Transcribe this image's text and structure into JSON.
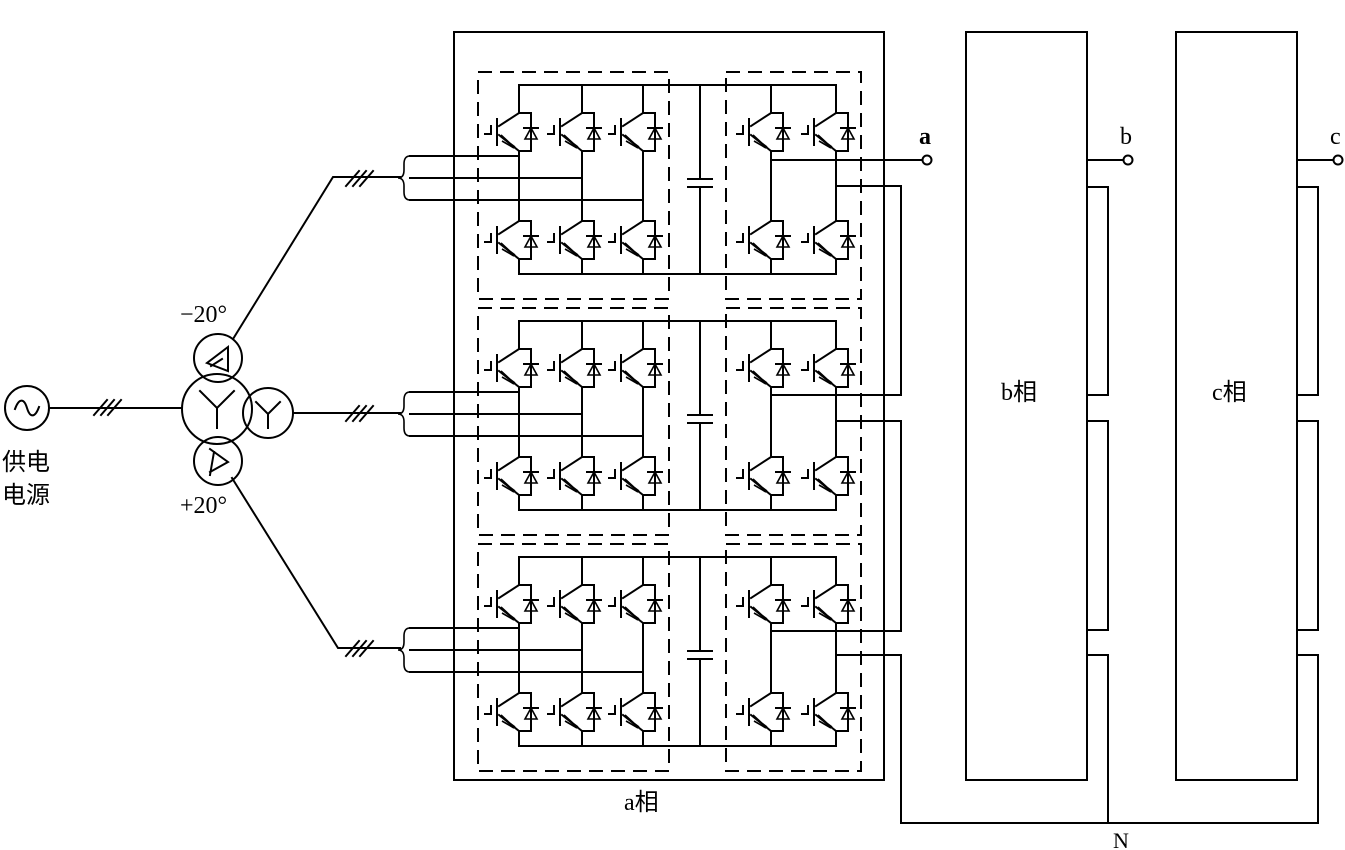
{
  "diagram": {
    "type": "cascaded H-bridge medium-voltage inverter (phase-shifting transformer, 3 power cells per phase)",
    "source": {
      "label_line1": "供电",
      "label_line2": "电源",
      "icon": "ac-source-icon"
    },
    "transformer": {
      "primary": "Y",
      "secondaries": [
        {
          "name": "top",
          "angle_label": "−20°",
          "winding": "extended-delta"
        },
        {
          "name": "middle",
          "angle_label": "",
          "winding": "Y"
        },
        {
          "name": "bottom",
          "angle_label": "+20°",
          "winding": "extended-delta"
        }
      ],
      "three_phase_mark": "///"
    },
    "phases": [
      {
        "id": "a",
        "block_label": "a相",
        "terminal_label": "a",
        "detailed": true,
        "cells": 3
      },
      {
        "id": "b",
        "block_label": "b相",
        "terminal_label": "b",
        "detailed": false,
        "cells": 3
      },
      {
        "id": "c",
        "block_label": "c相",
        "terminal_label": "c",
        "detailed": false,
        "cells": 3
      }
    ],
    "cell": {
      "rectifier": "3-phase IGBT bridge (6 switches)",
      "dc_link": "capacitor",
      "inverter": "H-bridge (4 switches)"
    },
    "neutral_label": "N"
  }
}
